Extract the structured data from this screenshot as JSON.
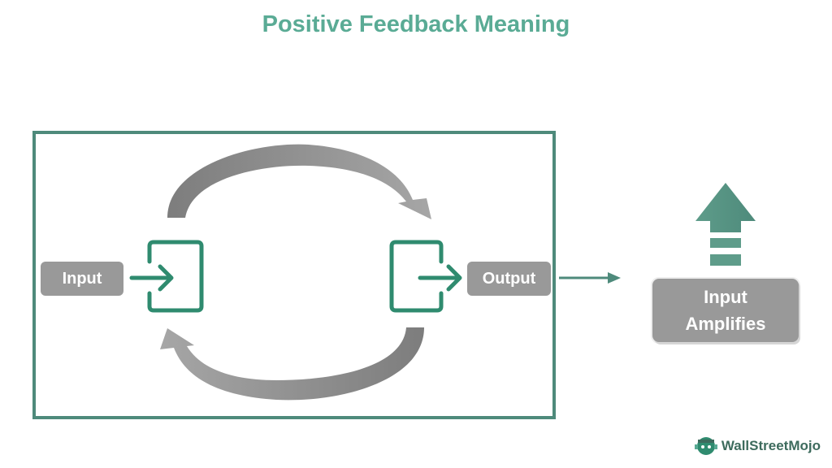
{
  "title": "Positive Feedback Meaning",
  "labels": {
    "input": "Input",
    "output": "Output"
  },
  "result": {
    "line1": "Input",
    "line2": "Amplifies"
  },
  "brand": {
    "name": "WallStreetMojo"
  },
  "icons": {
    "input_icon": "enter-icon",
    "output_icon": "exit-icon",
    "up_arrow": "up-arrow-icon",
    "brand_logo": "wallstreetmojo-logo-icon"
  },
  "colors": {
    "accent": "#5aab95",
    "frame": "#4e8a7b",
    "icon": "#2f8b6f",
    "gray": "#999999",
    "arc": "#8a8a8a"
  }
}
